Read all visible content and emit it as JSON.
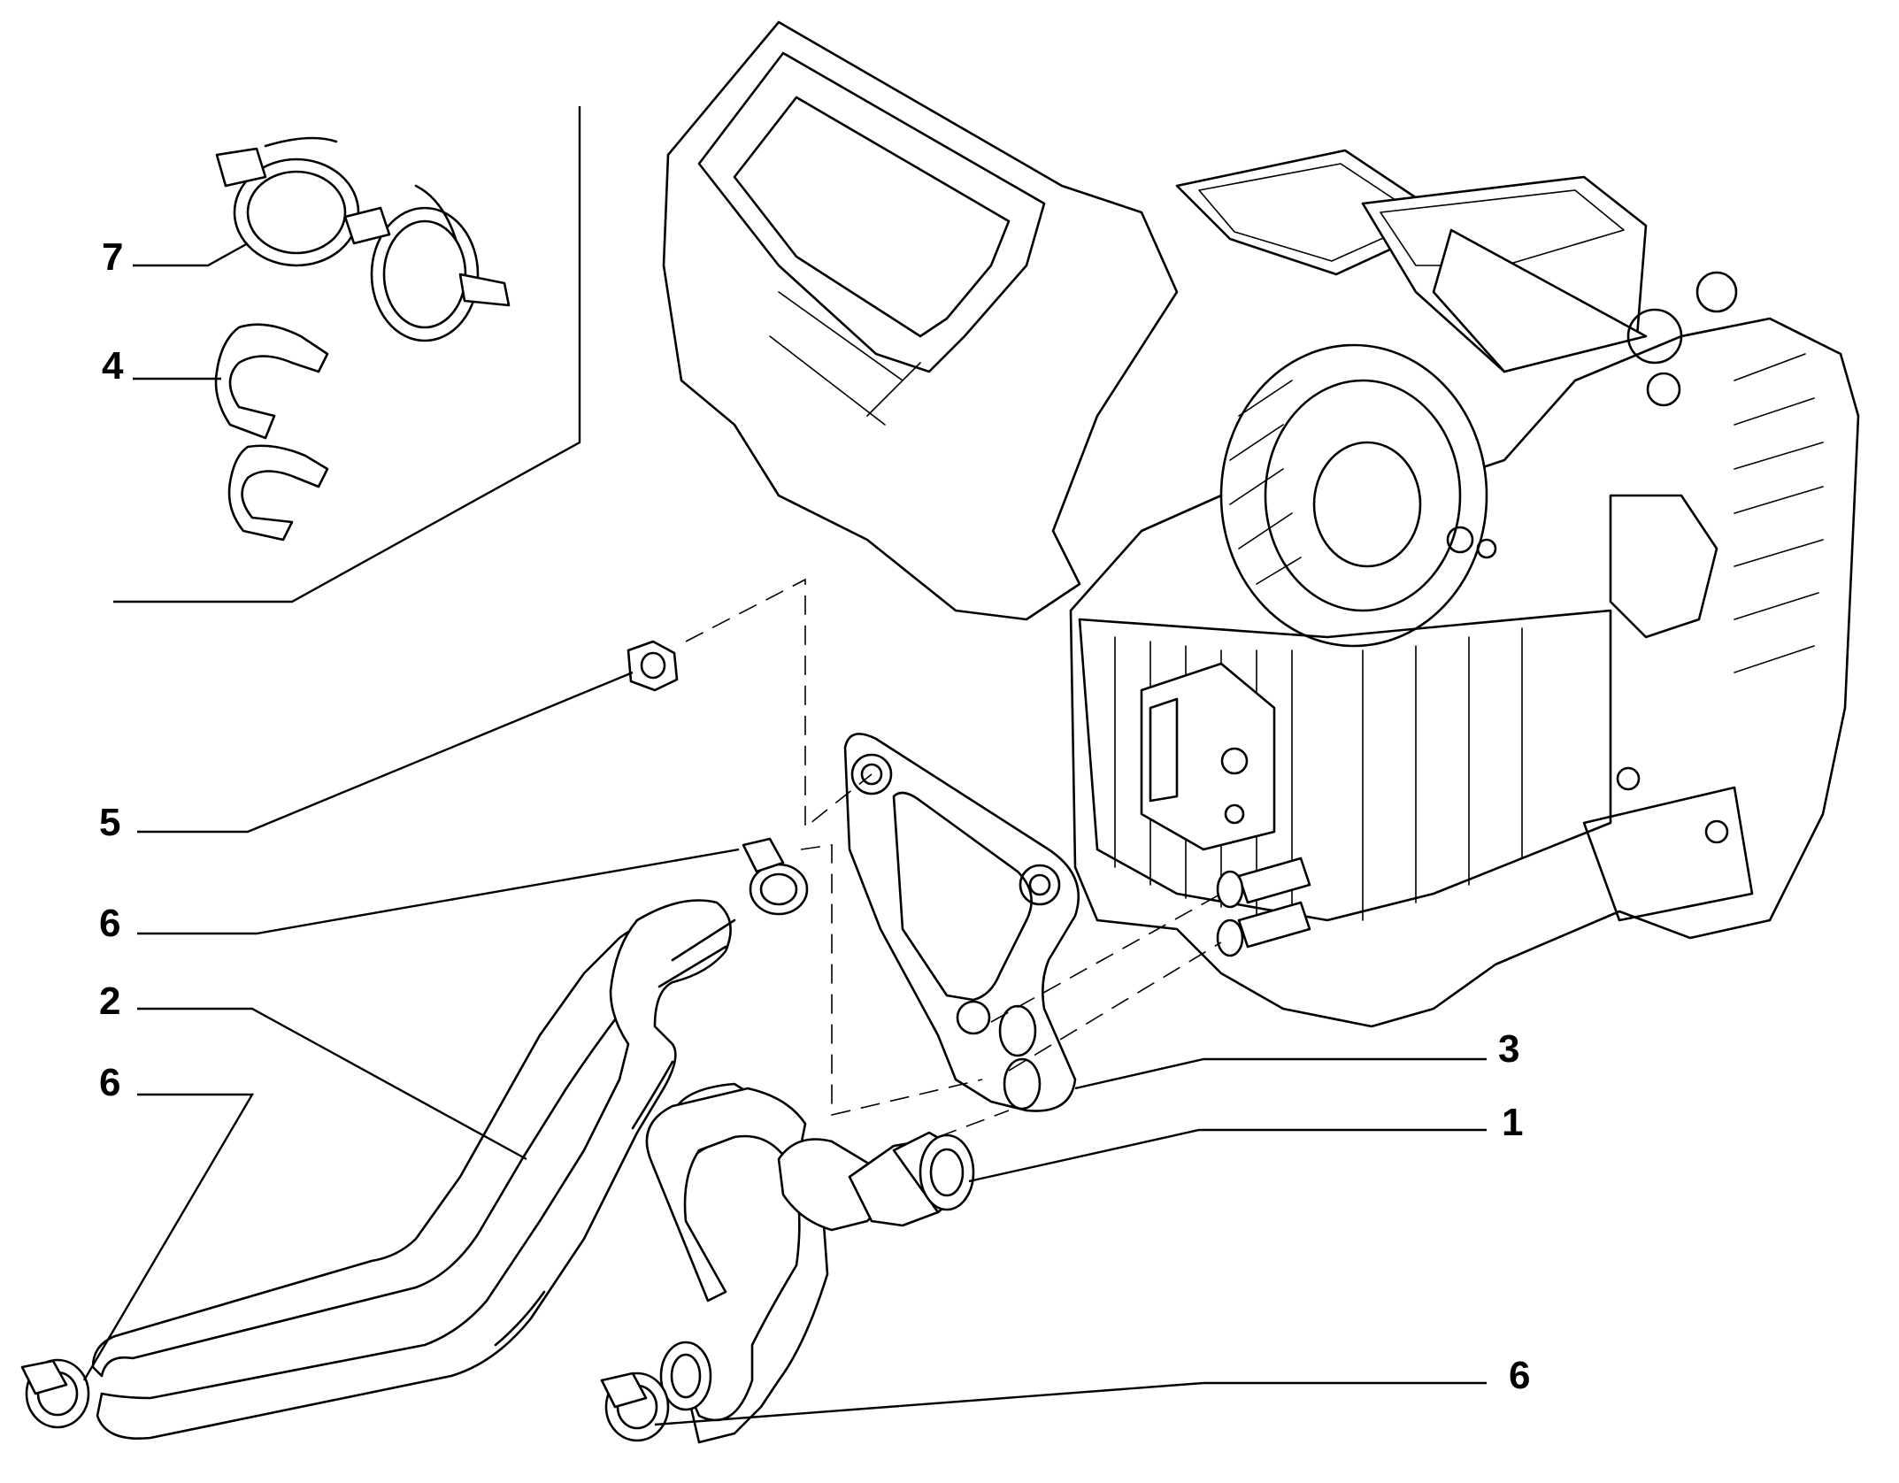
{
  "callouts": {
    "c7": "7",
    "c4": "4",
    "c5": "5",
    "c6a": "6",
    "c2": "2",
    "c6b": "6",
    "c3": "3",
    "c1": "1",
    "c6c": "6"
  }
}
